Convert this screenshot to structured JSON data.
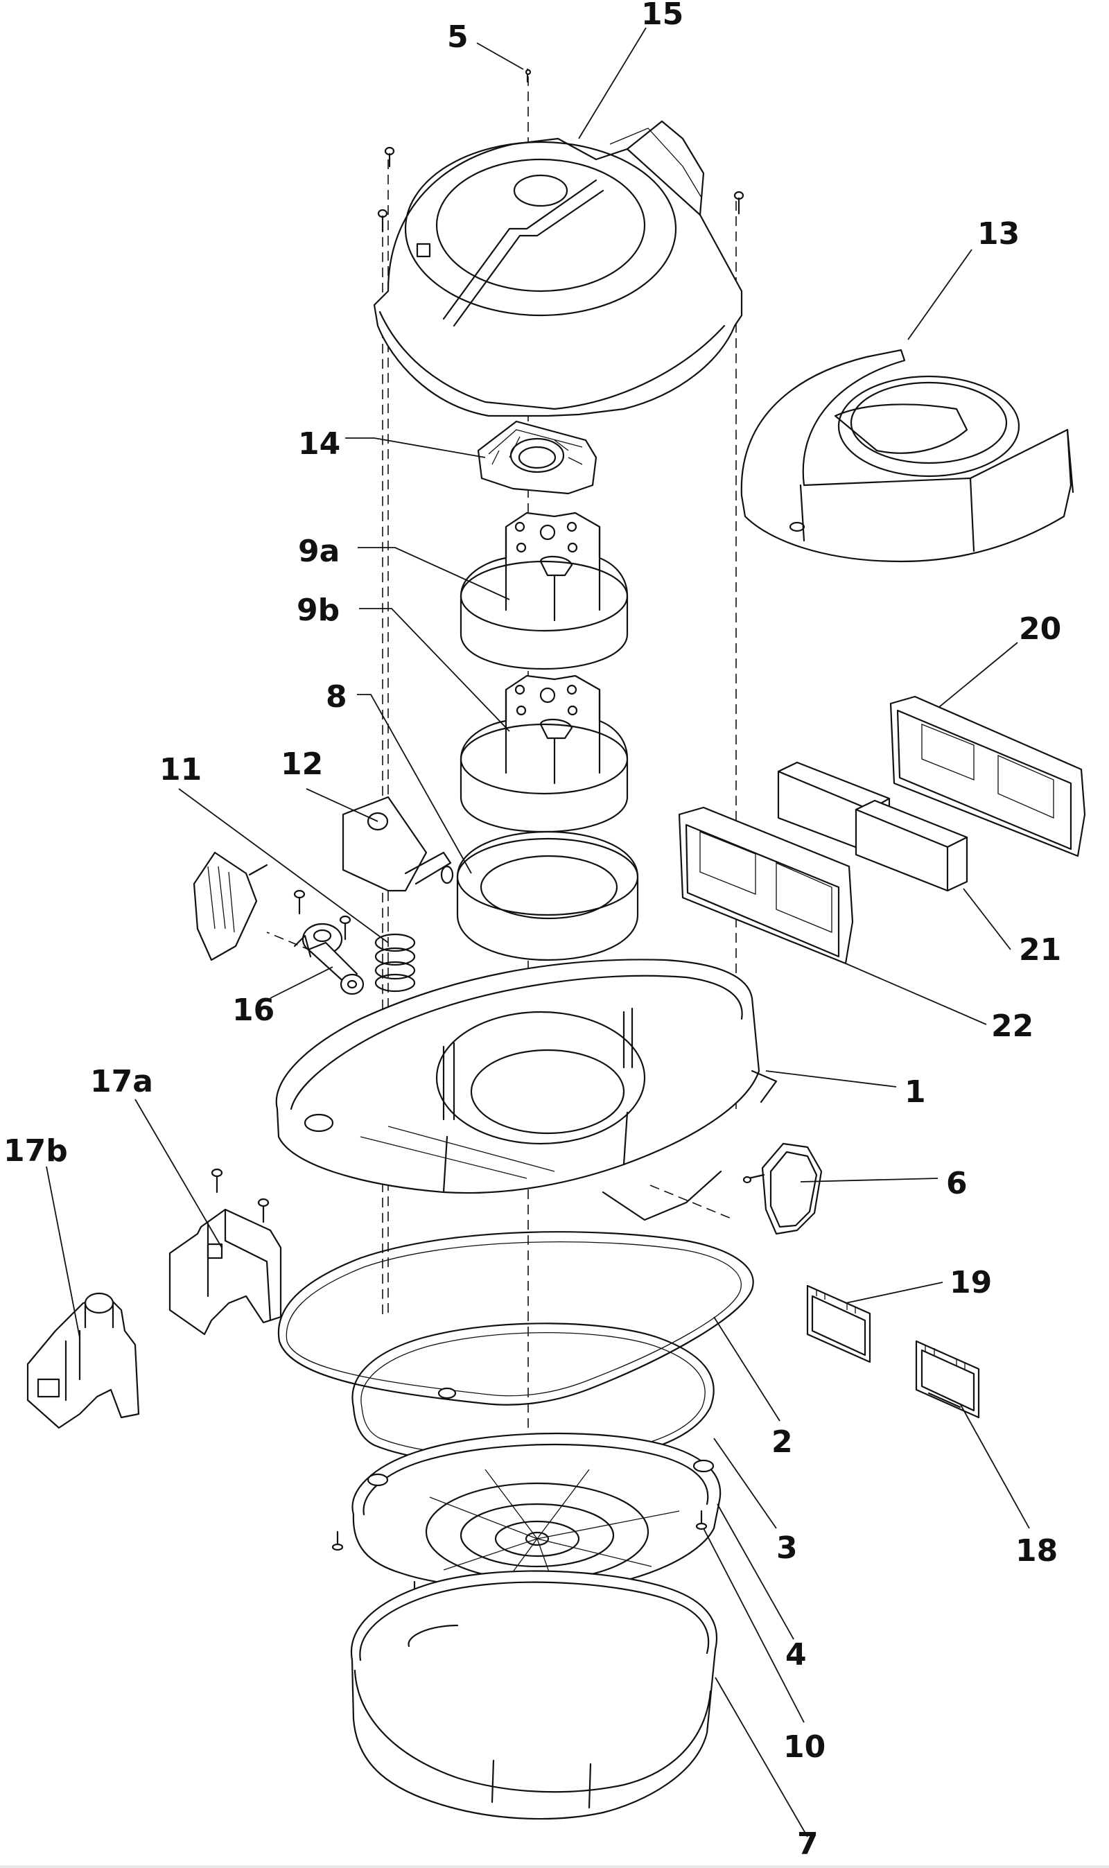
{
  "diagram": {
    "type": "exploded-parts-diagram",
    "subject": "vacuum motor housing assembly",
    "callouts": [
      {
        "id": "1",
        "label": "1"
      },
      {
        "id": "2",
        "label": "2"
      },
      {
        "id": "3",
        "label": "3"
      },
      {
        "id": "4",
        "label": "4"
      },
      {
        "id": "5",
        "label": "5"
      },
      {
        "id": "6",
        "label": "6"
      },
      {
        "id": "7",
        "label": "7"
      },
      {
        "id": "8",
        "label": "8"
      },
      {
        "id": "9a",
        "label": "9a"
      },
      {
        "id": "9b",
        "label": "9b"
      },
      {
        "id": "10",
        "label": "10"
      },
      {
        "id": "11",
        "label": "11"
      },
      {
        "id": "12",
        "label": "12"
      },
      {
        "id": "13",
        "label": "13"
      },
      {
        "id": "14",
        "label": "14"
      },
      {
        "id": "15",
        "label": "15"
      },
      {
        "id": "16",
        "label": "16"
      },
      {
        "id": "17a",
        "label": "17a"
      },
      {
        "id": "17b",
        "label": "17b"
      },
      {
        "id": "18",
        "label": "18"
      },
      {
        "id": "19",
        "label": "19"
      },
      {
        "id": "20",
        "label": "20"
      },
      {
        "id": "21",
        "label": "21"
      },
      {
        "id": "22",
        "label": "22"
      }
    ],
    "parts": [
      {
        "callout": "15",
        "name": "motor-housing-top"
      },
      {
        "callout": "5",
        "name": "screw"
      },
      {
        "callout": "13",
        "name": "cover"
      },
      {
        "callout": "14",
        "name": "motor-mount-plate"
      },
      {
        "callout": "9a",
        "name": "motor-upper"
      },
      {
        "callout": "9b",
        "name": "motor-lower"
      },
      {
        "callout": "8",
        "name": "motor-seal-ring"
      },
      {
        "callout": "12",
        "name": "switch-housing"
      },
      {
        "callout": "11",
        "name": "spring"
      },
      {
        "callout": "16",
        "name": "float-valve"
      },
      {
        "callout": "20",
        "name": "filter-frame-rear"
      },
      {
        "callout": "21",
        "name": "filter-foam"
      },
      {
        "callout": "22",
        "name": "filter-frame-front"
      },
      {
        "callout": "1",
        "name": "base-plate"
      },
      {
        "callout": "17a",
        "name": "switch-bracket"
      },
      {
        "callout": "17b",
        "name": "switch-with-socket"
      },
      {
        "callout": "6",
        "name": "flap-valve"
      },
      {
        "callout": "19",
        "name": "filter-pad-a"
      },
      {
        "callout": "18",
        "name": "filter-pad-b"
      },
      {
        "callout": "2",
        "name": "gasket-outer"
      },
      {
        "callout": "3",
        "name": "gasket-inner"
      },
      {
        "callout": "4",
        "name": "tank-cage"
      },
      {
        "callout": "10",
        "name": "screw-bottom"
      },
      {
        "callout": "7",
        "name": "bottom-tray"
      }
    ]
  }
}
